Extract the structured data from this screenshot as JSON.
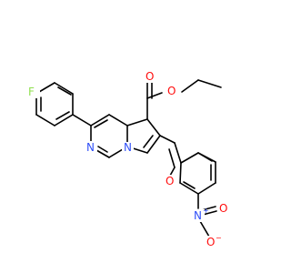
{
  "molecule": {
    "atoms": {
      "fluorine": "F",
      "ester_carbonyl_oxygen": "O",
      "ester_ether_oxygen": "O",
      "pyrimidine_nitrogen": "N",
      "bridgehead_nitrogen": "N",
      "ketone_oxygen": "O",
      "nitro_nitrogen": "N",
      "nitro_oxygen_top": "O",
      "nitro_oxygen_bottom": "O"
    },
    "charges": {
      "nitro_nitrogen": "+",
      "nitro_oxygen_bottom": "−"
    },
    "colors": {
      "bond": "#000000",
      "fluorine": "#90e050",
      "oxygen": "#ff0d0d",
      "nitrogen": "#3050f8"
    }
  }
}
